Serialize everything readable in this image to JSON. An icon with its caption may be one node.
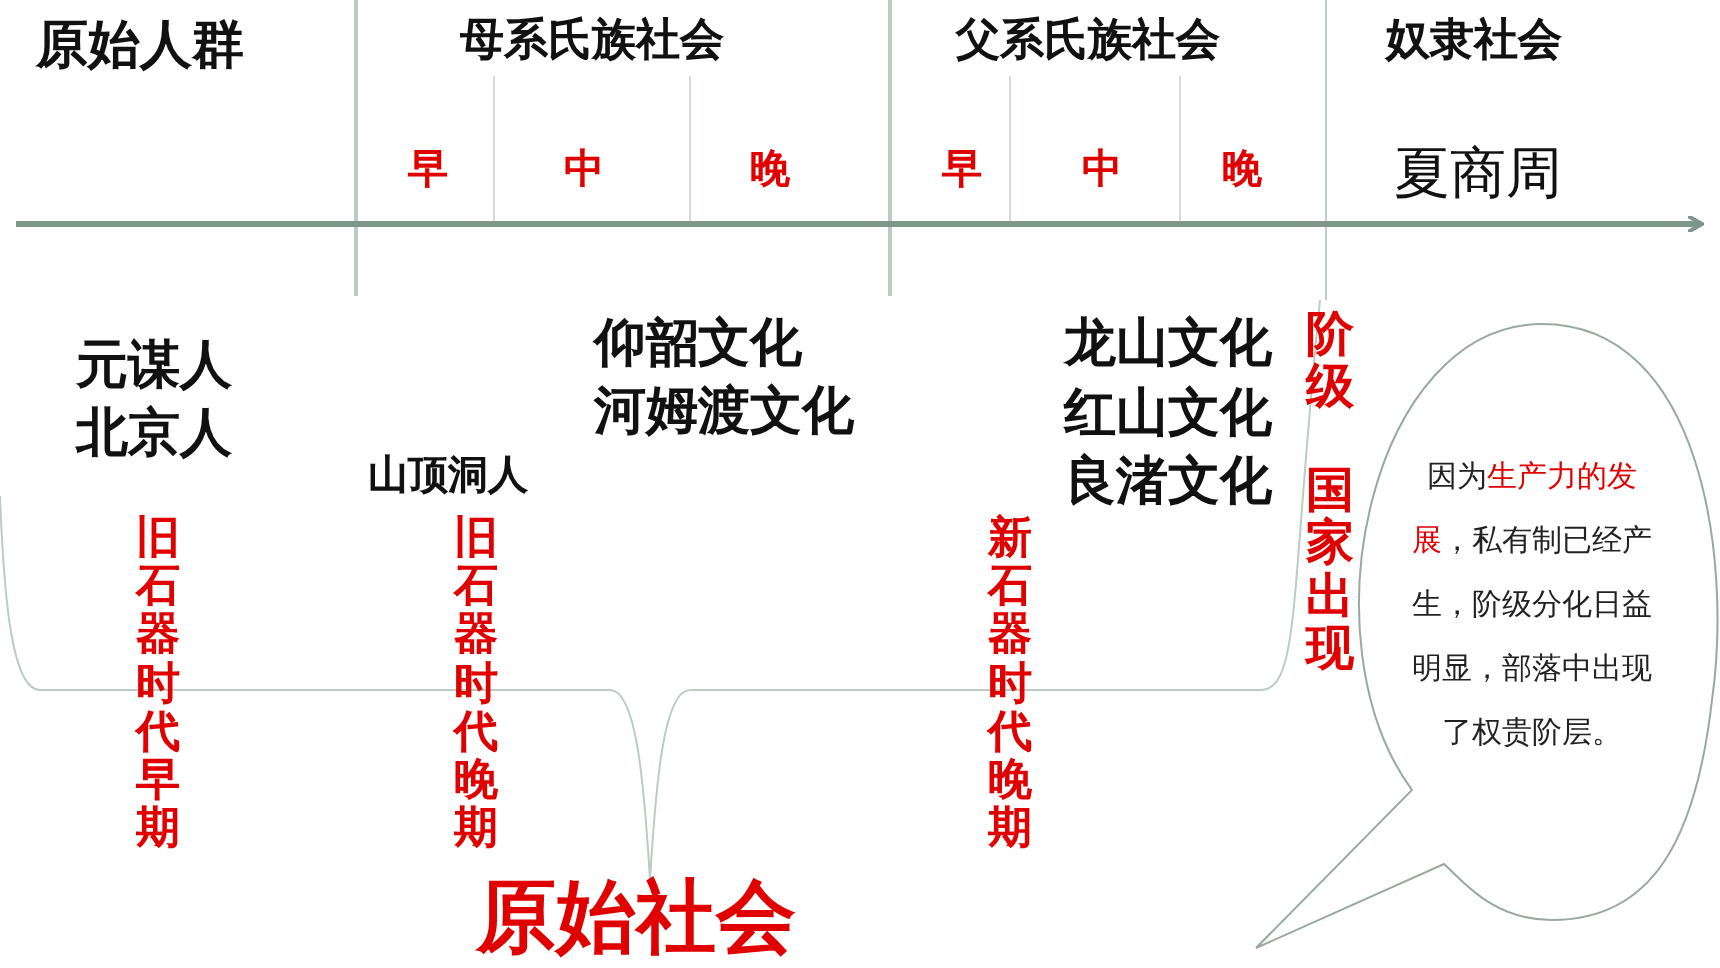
{
  "diagram": {
    "title": "原始社会",
    "nodes": [
      {
        "text": [
          "因为**生产力的发展**，私有制已经产生，阶级分化日益明显，部落中出现了权贵阶层。"
        ]
      }
    ],
    "edges": [],
    "labels": [
      "原始人群",
      "母系氏族社会",
      "父系氏族社会",
      "奴隶社会",
      "早",
      "中",
      "晚",
      "早",
      "中",
      "晚",
      "夏商周",
      "元谋人",
      "北京人",
      "仰韶文化",
      "河姆渡文化",
      "龙山文化",
      "红山文化",
      "良渚文化",
      "阶级",
      "山顶洞人",
      "国家出现",
      "旧石器时代早期",
      "旧石器时代晚期",
      "新石器时代晚期"
    ]
  }
}
